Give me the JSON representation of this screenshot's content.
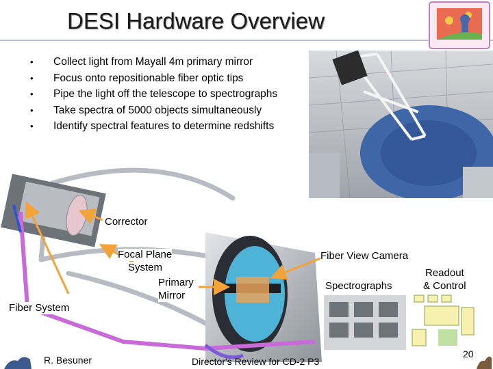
{
  "slide": {
    "title": "DESI Hardware Overview",
    "bullets": [
      "Collect light from Mayall 4m primary mirror",
      "Focus onto repositionable fiber optic tips",
      "Pipe the light off the telescope to spectrographs",
      "Take spectra of 5000 objects simultaneously",
      "Identify spectral features to determine redshifts"
    ],
    "bullet_glyph": "•"
  },
  "labels": {
    "corrector": "Corrector",
    "focal_plane_line1": "Focal Plane",
    "focal_plane_line2": "System",
    "primary_line1": "Primary",
    "primary_line2": "Mirror",
    "fiber_system": "Fiber System",
    "fiber_view_camera": "Fiber View Camera",
    "spectrographs": "Spectrographs",
    "readout_line1": "Readout",
    "readout_line2": "& Control"
  },
  "footer": {
    "author": "R. Besuner",
    "event": "Director's Review for CD-2 P3",
    "page_number": "20"
  },
  "colors": {
    "title_rule": "#3b3b8c",
    "arrow": "#f2a33a",
    "fiber": "#c86ad8",
    "dome_blue": "#3f67a8"
  }
}
